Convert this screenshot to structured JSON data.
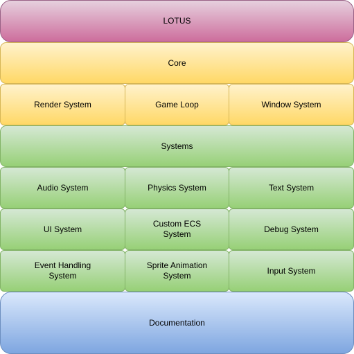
{
  "diagram": {
    "top": "LOTUS",
    "core": {
      "title": "Core",
      "items": [
        "Render System",
        "Game Loop",
        "Window System"
      ]
    },
    "systems": {
      "title": "Systems",
      "rows": [
        [
          "Audio System",
          "Physics System",
          "Text System"
        ],
        [
          "UI System",
          "Custom ECS\nSystem",
          "Debug System"
        ],
        [
          "Event Handling\nSystem",
          "Sprite Animation\nSystem",
          "Input System"
        ]
      ]
    },
    "bottom": "Documentation"
  },
  "colors": {
    "lotus": "#cd6d9c",
    "core": "#ffd866",
    "systems": "#97d077",
    "documentation": "#7ea6e0"
  }
}
